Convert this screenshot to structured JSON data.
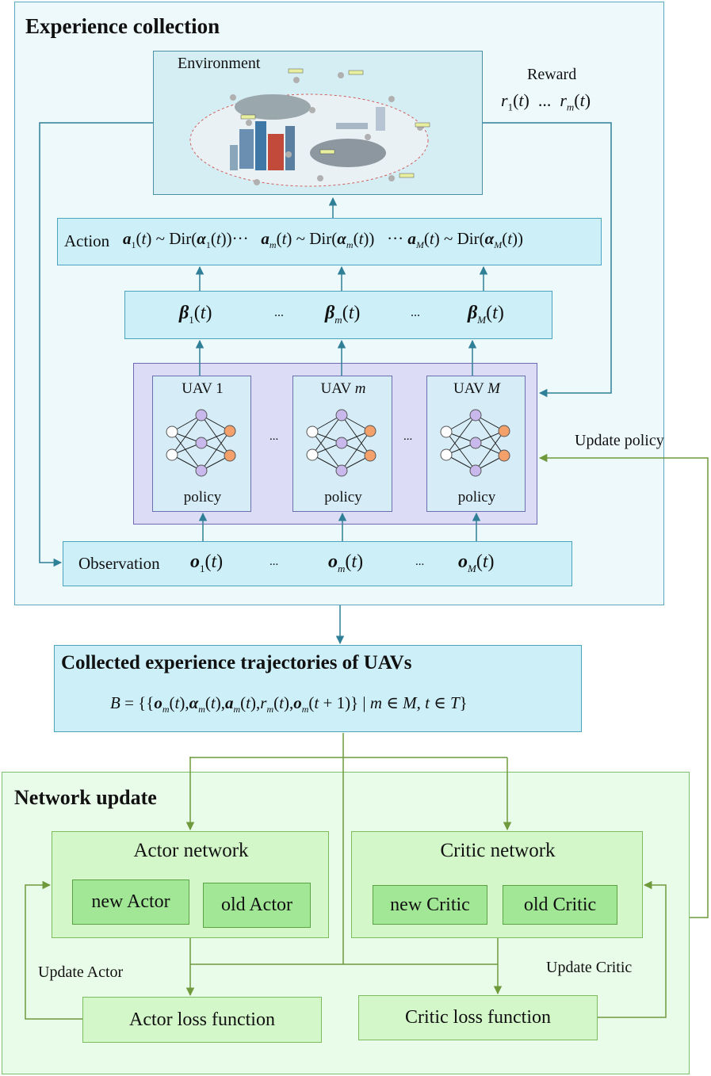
{
  "experience": {
    "title": "Experience collection",
    "environment_label": "Environment",
    "reward_label": "Reward",
    "reward_math_1": "r",
    "reward_math_m": "r",
    "action_label": "Action",
    "dir": "Dir",
    "uavs": [
      {
        "label": "UAV 1",
        "policy": "policy"
      },
      {
        "label": "UAV m",
        "policy": "policy"
      },
      {
        "label": "UAV M",
        "policy": "policy"
      }
    ],
    "observation_label": "Observation",
    "ellipsis": "...",
    "update_policy": "Update policy"
  },
  "collected": {
    "title": "Collected experience trajectories of UAVs"
  },
  "network": {
    "title": "Network update",
    "actor": {
      "title": "Actor network",
      "new": "new Actor",
      "old": "old Actor",
      "loss": "Actor loss function",
      "update": "Update Actor"
    },
    "critic": {
      "title": "Critic network",
      "new": "new Critic",
      "old": "old Critic",
      "loss": "Critic loss function",
      "update": "Update Critic"
    }
  },
  "colors": {
    "cyan_arrow": "#2f7f97",
    "green_arrow": "#6f9a3c",
    "node_white": "#ffffff",
    "node_purple": "#c9b8ec",
    "node_orange": "#f3a06a"
  }
}
